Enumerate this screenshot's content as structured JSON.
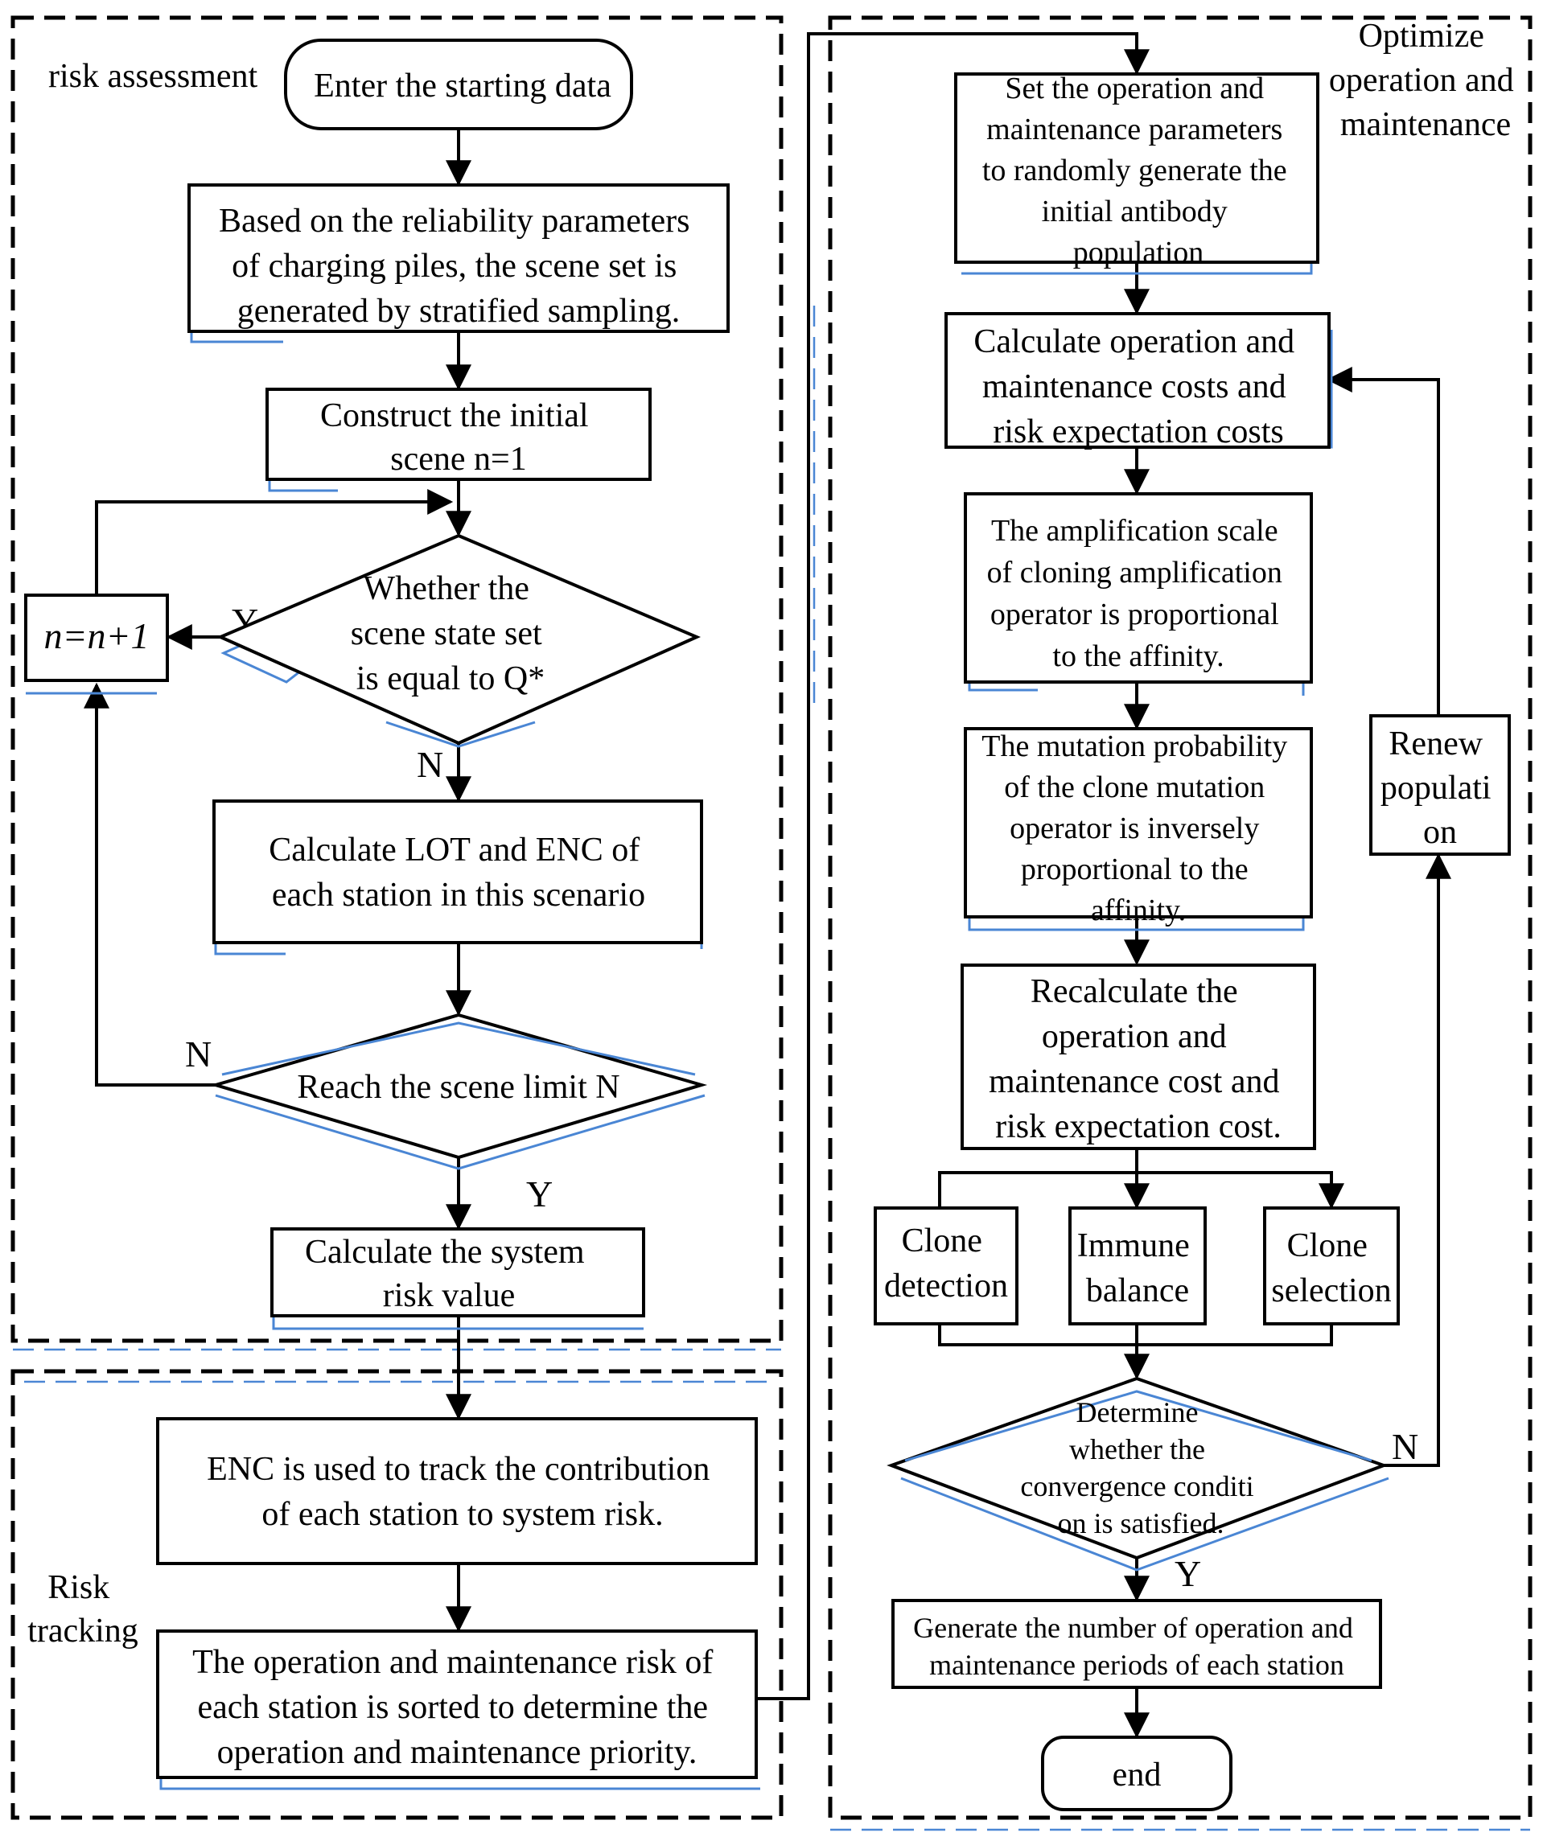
{
  "sections": {
    "risk_assessment": "risk assessment",
    "risk_tracking": [
      "Risk",
      "tracking"
    ],
    "optimize": [
      "Optimize",
      "operation and",
      "maintenance"
    ]
  },
  "nodes": {
    "start": "Enter the starting data",
    "sampling": [
      "Based on the reliability parameters",
      "of charging piles, the scene set is",
      "generated by stratified sampling."
    ],
    "construct": [
      "Construct the initial",
      "scene n=1"
    ],
    "increment": "n=n+1",
    "decision_q": [
      "Whether the",
      "scene state set",
      "is equal to Q*"
    ],
    "calc_lot": [
      "Calculate LOT and ENC of",
      "each station in this scenario"
    ],
    "decision_limit": "Reach the scene limit N",
    "system_risk": [
      "Calculate the system",
      "risk value"
    ],
    "enc_track": [
      "ENC is used to track the contribution",
      "of each station to system risk."
    ],
    "priority": [
      "The operation and maintenance risk of",
      "each station is sorted to determine the",
      "operation and maintenance priority."
    ],
    "set_params": [
      "Set the operation and",
      "maintenance parameters",
      "to randomly generate the",
      "initial antibody",
      "population"
    ],
    "calc_costs": [
      "Calculate operation and",
      "maintenance costs and",
      "risk expectation costs"
    ],
    "amplification": [
      "The amplification scale",
      "of cloning amplification",
      "operator is proportional",
      "to the affinity."
    ],
    "mutation": [
      "The mutation probability",
      "of the clone mutation",
      "operator is inversely",
      "proportional to the",
      "affinity."
    ],
    "recalc": [
      "Recalculate the",
      "operation and",
      "maintenance cost and",
      "risk expectation cost."
    ],
    "clone_detection": [
      "Clone",
      "detection"
    ],
    "immune_balance": [
      "Immune",
      "balance"
    ],
    "clone_selection": [
      "Clone",
      "selection"
    ],
    "renew": [
      "Renew",
      "populati",
      "on"
    ],
    "decision_conv": [
      "Determine",
      "whether the",
      "convergence conditi",
      "on is satisfied."
    ],
    "generate": [
      "Generate the number of operation and",
      "maintenance periods of each station"
    ],
    "end": "end"
  },
  "edge_labels": {
    "yes": "Y",
    "no": "N"
  },
  "colors": {
    "accent_shadow": "#4a86d4",
    "line": "#000000"
  }
}
